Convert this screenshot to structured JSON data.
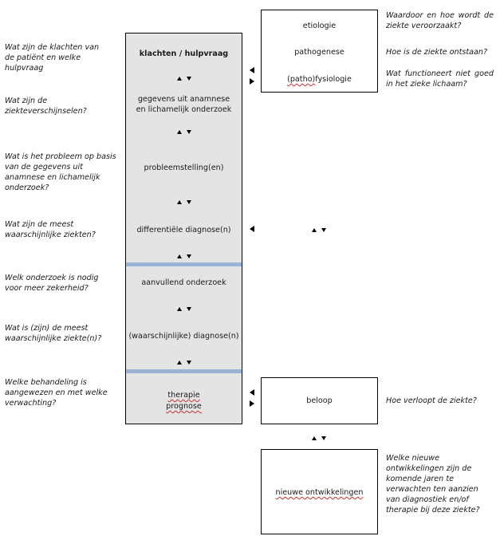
{
  "left_questions": [
    "Wat zijn de klachten van de patiënt en welke hulpvraag",
    "Wat zijn de ziekteverschijnselen?",
    "Wat is het probleem op basis van de gegevens uit anamnese en lichamelijk onderzoek?",
    "Wat zijn de meest waarschijnlijke ziekten?",
    "Welk onderzoek is nodig voor meer zekerheid?",
    "Wat is (zijn) de meest waarschijnlijke ziekte(n)?",
    "Welke behandeling is aangewezen en met welke verwachting?"
  ],
  "center_steps": {
    "complaints": "klachten / hulpvraag",
    "history_1": "gegevens uit anamnese",
    "history_2": "en lichamelijk onderzoek",
    "problem": "probleemstelling(en)",
    "differential": "differentiële diagnose(n)",
    "further_test": "aanvullend onderzoek",
    "diagnosis": "(waarschijnlijke) diagnose(n)",
    "therapy": "therapie",
    "prognosis": "prognose"
  },
  "top_box": {
    "etiology": "etiologie",
    "pathogenesis": "pathogenese",
    "physiology_prefix": "(patho)",
    "physiology_suffix": "fysiologie"
  },
  "course_box": {
    "label": "beloop"
  },
  "new_box": {
    "label": "nieuwe ontwikkelingen"
  },
  "right_questions": {
    "q1": "Waardoor en hoe wordt de ziekte veroorzaakt?",
    "q2": "Hoe is de ziekte ontstaan?",
    "q3": "Wat functioneert niet goed in het zieke lichaam?",
    "q4": "Hoe verloopt de ziekte?",
    "q5": "Welke nieuwe ontwikkelingen zijn de komende jaren te verwachten ten aanzien van diagnostiek en/of therapie bij deze ziekte?"
  }
}
